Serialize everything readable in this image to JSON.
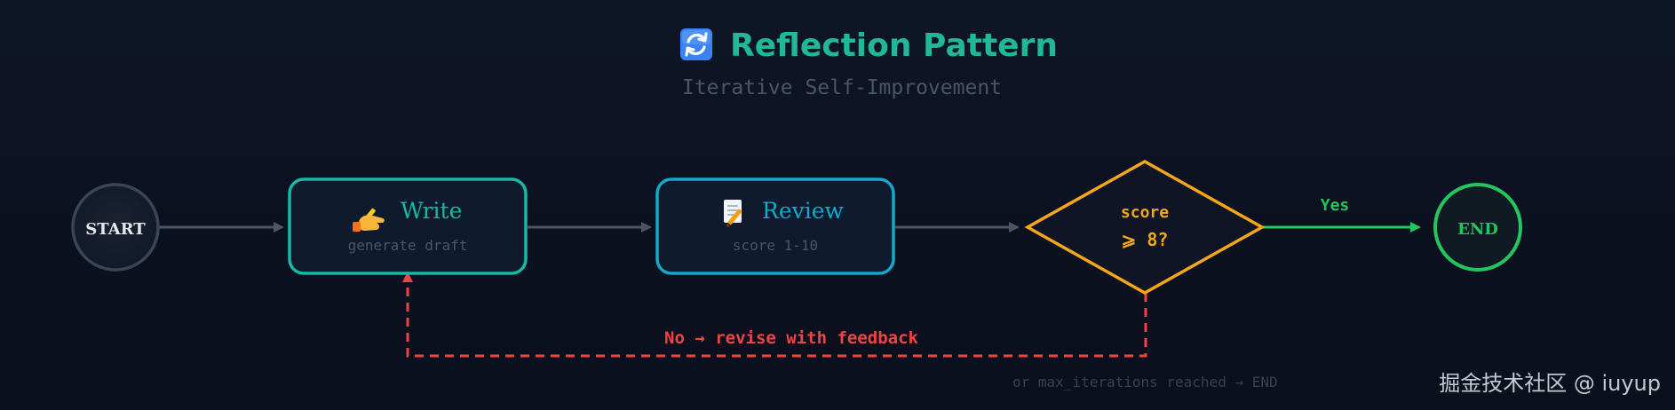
{
  "header": {
    "icon": "repeat-icon",
    "title": "Reflection Pattern",
    "subtitle": "Iterative Self-Improvement"
  },
  "nodes": {
    "start": {
      "label": "START"
    },
    "write": {
      "icon": "writing-hand-icon",
      "title": "Write",
      "subtitle": "generate draft"
    },
    "review": {
      "icon": "memo-icon",
      "title": "Review",
      "subtitle": "score 1-10"
    },
    "decision": {
      "line1": "score",
      "line2": "⩾ 8?"
    },
    "end": {
      "label": "END"
    }
  },
  "edges": {
    "yes_label": "Yes",
    "no_label": "No → revise with feedback"
  },
  "note": "or max_iterations reached → END",
  "watermark": "掘金技术社区 @ iuyup",
  "colors": {
    "background": "#0d1220",
    "title": "#1fb89a",
    "subtitle": "#4a5568",
    "teal": "#17b8a6",
    "cyan": "#13a9cb",
    "amber": "#f5a71c",
    "green": "#22c55e",
    "red": "#ef4444",
    "slate_arrow": "#4b5563",
    "start_border": "#3b4556"
  }
}
